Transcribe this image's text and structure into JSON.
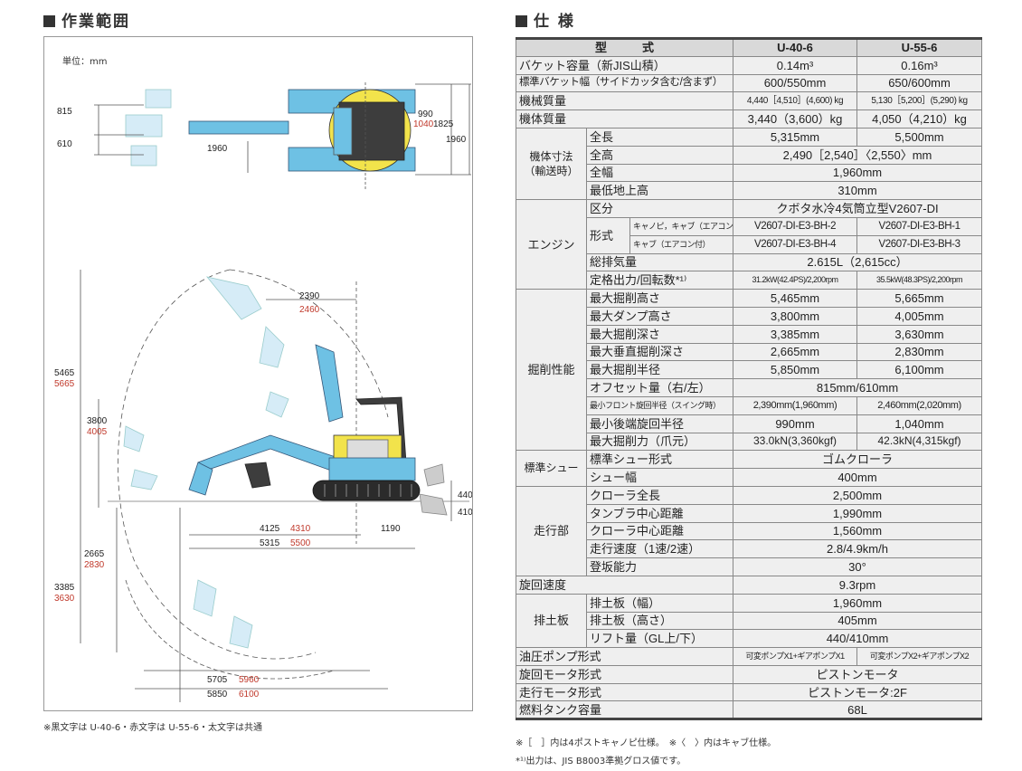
{
  "titles": {
    "left": "作業範囲",
    "right": "仕 様"
  },
  "diagram": {
    "unit": "単位：mm",
    "top_view": {
      "d815": "815",
      "d610": "610",
      "d990": "990",
      "d1040": "1040",
      "d1825": "1825",
      "d1960_right": "1960",
      "d1960_bottom": "1960"
    },
    "side_view": {
      "d2390": "2390",
      "d2460": "2460",
      "d5465": "5465",
      "d5665": "5665",
      "d3800": "3800",
      "d4005": "4005",
      "d440": "440",
      "d410": "410",
      "d4125": "4125",
      "d4310": "4310",
      "d1190": "1190",
      "d5315": "5315",
      "d5500": "5500",
      "d2665": "2665",
      "d2830": "2830",
      "d3385": "3385",
      "d3630": "3630",
      "d5705": "5705",
      "d5960": "5960",
      "d5850": "5850",
      "d6100": "6100"
    },
    "colors": {
      "machine_blue": "#6ec1e4",
      "cab_yellow": "#f2e34b",
      "track_dark": "#3a3a3a",
      "red_text": "#c0392b"
    },
    "footnote": "※黒文字は U-40-6・赤文字は U-55-6・太文字は共通"
  },
  "spec": {
    "header": {
      "model": "型　　　式",
      "u40": "U-40-6",
      "u55": "U-55-6"
    },
    "rows": [
      {
        "label": "バケット容量（新JIS山積）",
        "u40": "0.14m³",
        "u55": "0.16m³"
      },
      {
        "label": "標準バケット幅（サイドカッタ含む/含まず）",
        "u40": "600/550mm",
        "u55": "650/600mm"
      },
      {
        "label": "機械質量",
        "u40": "4,440［4,510］(4,600) kg",
        "u55": "5,130［5,200］(5,290) kg"
      },
      {
        "label": "機体質量",
        "u40": "3,440（3,600）kg",
        "u55": "4,050（4,210）kg"
      }
    ],
    "dims_group": "機体寸法（輸送時）",
    "dims": {
      "length_label": "全長",
      "length_u40": "5,315mm",
      "length_u55": "5,500mm",
      "height_label": "全高",
      "height_both": "2,490［2,540］〈2,550〉mm",
      "width_label": "全幅",
      "width_both": "1,960mm",
      "ground_label": "最低地上高",
      "ground_both": "310mm"
    },
    "engine_group": "エンジン",
    "engine": {
      "type_label": "区分",
      "type_both": "クボタ水冷4気筒立型V2607-DI",
      "model_label": "形式",
      "canopy_label": "キャノピ，キャブ（エアコン無）",
      "canopy_u40": "V2607-DI-E3-BH-2",
      "canopy_u55": "V2607-DI-E3-BH-1",
      "cab_label": "キャブ（エアコン付）",
      "cab_u40": "V2607-DI-E3-BH-4",
      "cab_u55": "V2607-DI-E3-BH-3",
      "displacement_label": "総排気量",
      "displacement_both": "2.615L（2,615cc）",
      "power_label": "定格出力/回転数*¹⁾",
      "power_u40": "31.2kW(42.4PS)/2,200rpm",
      "power_u55": "35.5kW(48.3PS)/2,200rpm"
    },
    "dig_group": "掘削性能",
    "dig": [
      {
        "label": "最大掘削高さ",
        "u40": "5,465mm",
        "u55": "5,665mm"
      },
      {
        "label": "最大ダンプ高さ",
        "u40": "3,800mm",
        "u55": "4,005mm"
      },
      {
        "label": "最大掘削深さ",
        "u40": "3,385mm",
        "u55": "3,630mm"
      },
      {
        "label": "最大垂直掘削深さ",
        "u40": "2,665mm",
        "u55": "2,830mm"
      },
      {
        "label": "最大掘削半径",
        "u40": "5,850mm",
        "u55": "6,100mm"
      }
    ],
    "dig_offset": {
      "label": "オフセット量（右/左）",
      "both": "815mm/610mm"
    },
    "dig_swing": {
      "label": "最小フロント旋回半径（スイング時）",
      "u40": "2,390mm(1,960mm)",
      "u55": "2,460mm(2,020mm)"
    },
    "dig_tail": {
      "label": "最小後端旋回半径",
      "u40": "990mm",
      "u55": "1,040mm"
    },
    "dig_force": {
      "label": "最大掘削力（爪元）",
      "u40": "33.0kN(3,360kgf)",
      "u55": "42.3kN(4,315kgf)"
    },
    "shoe_group": "標準シュー",
    "shoe": {
      "type_label": "標準シュー形式",
      "type_both": "ゴムクローラ",
      "width_label": "シュー幅",
      "width_both": "400mm"
    },
    "travel_group": "走行部",
    "travel": [
      {
        "label": "クローラ全長",
        "both": "2,500mm"
      },
      {
        "label": "タンブラ中心距離",
        "both": "1,990mm"
      },
      {
        "label": "クローラ中心距離",
        "both": "1,560mm"
      },
      {
        "label": "走行速度（1速/2速）",
        "both": "2.8/4.9km/h"
      },
      {
        "label": "登坂能力",
        "both": "30°"
      }
    ],
    "swing_speed": {
      "label": "旋回速度",
      "both": "9.3rpm"
    },
    "blade_group": "排土板",
    "blade": [
      {
        "label": "排土板（幅）",
        "both": "1,960mm"
      },
      {
        "label": "排土板（高さ）",
        "both": "405mm"
      },
      {
        "label": "リフト量（GL上/下）",
        "both": "440/410mm"
      }
    ],
    "pump": {
      "label": "油圧ポンプ形式",
      "u40": "可変ポンプX1+ギアポンプX1",
      "u55": "可変ポンプX2+ギアポンプX2"
    },
    "swing_motor": {
      "label": "旋回モータ形式",
      "both": "ピストンモータ"
    },
    "travel_motor": {
      "label": "走行モータ形式",
      "both": "ピストンモータ:2F"
    },
    "fuel": {
      "label": "燃料タンク容量",
      "both": "68L"
    }
  },
  "footnotes_right": {
    "line1": "※［　］内は4ポストキャノピ仕様。　※〈　〉内はキャブ仕様。",
    "line2": "*¹⁾出力は、JIS B8003準拠グロス値です。"
  }
}
